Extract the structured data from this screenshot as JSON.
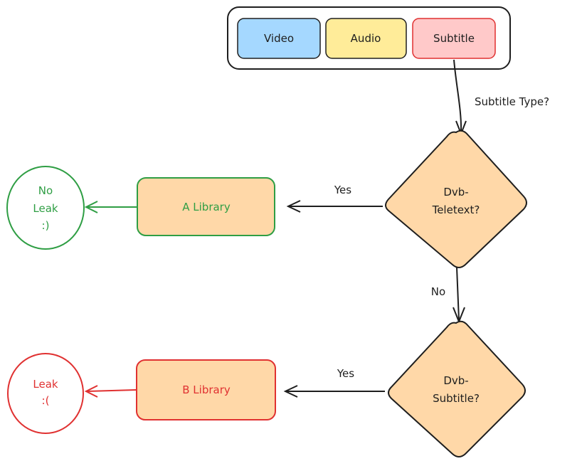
{
  "stream_group": {
    "items": [
      {
        "label": "Video",
        "fill": "#a5d8ff",
        "stroke": "#1e1e1e",
        "text_color": "#1e1e1e"
      },
      {
        "label": "Audio",
        "fill": "#ffec99",
        "stroke": "#1e1e1e",
        "text_color": "#1e1e1e"
      },
      {
        "label": "Subtitle",
        "fill": "#ffc9c9",
        "stroke": "#e03131",
        "text_color": "#1e1e1e"
      }
    ]
  },
  "edges": {
    "subtitle_type": "Subtitle Type?",
    "yes_1": "Yes",
    "no_1": "No",
    "yes_2": "Yes"
  },
  "decisions": {
    "teletext": {
      "line1": "Dvb-",
      "line2": "Teletext?"
    },
    "subtitle": {
      "line1": "Dvb-",
      "line2": "Subtitle?"
    }
  },
  "libraries": {
    "a": {
      "label": "A Library",
      "color": "#2f9e44"
    },
    "b": {
      "label": "B Library",
      "color": "#e03131"
    }
  },
  "outcomes": {
    "no_leak": {
      "line1": "No",
      "line2": "Leak",
      "line3": ":)",
      "color": "#2f9e44"
    },
    "leak": {
      "line1": "Leak",
      "line2": ":(",
      "color": "#e03131"
    }
  },
  "colors": {
    "node_fill": "#ffd8a8",
    "ink": "#1e1e1e",
    "green": "#2f9e44",
    "red": "#e03131"
  }
}
